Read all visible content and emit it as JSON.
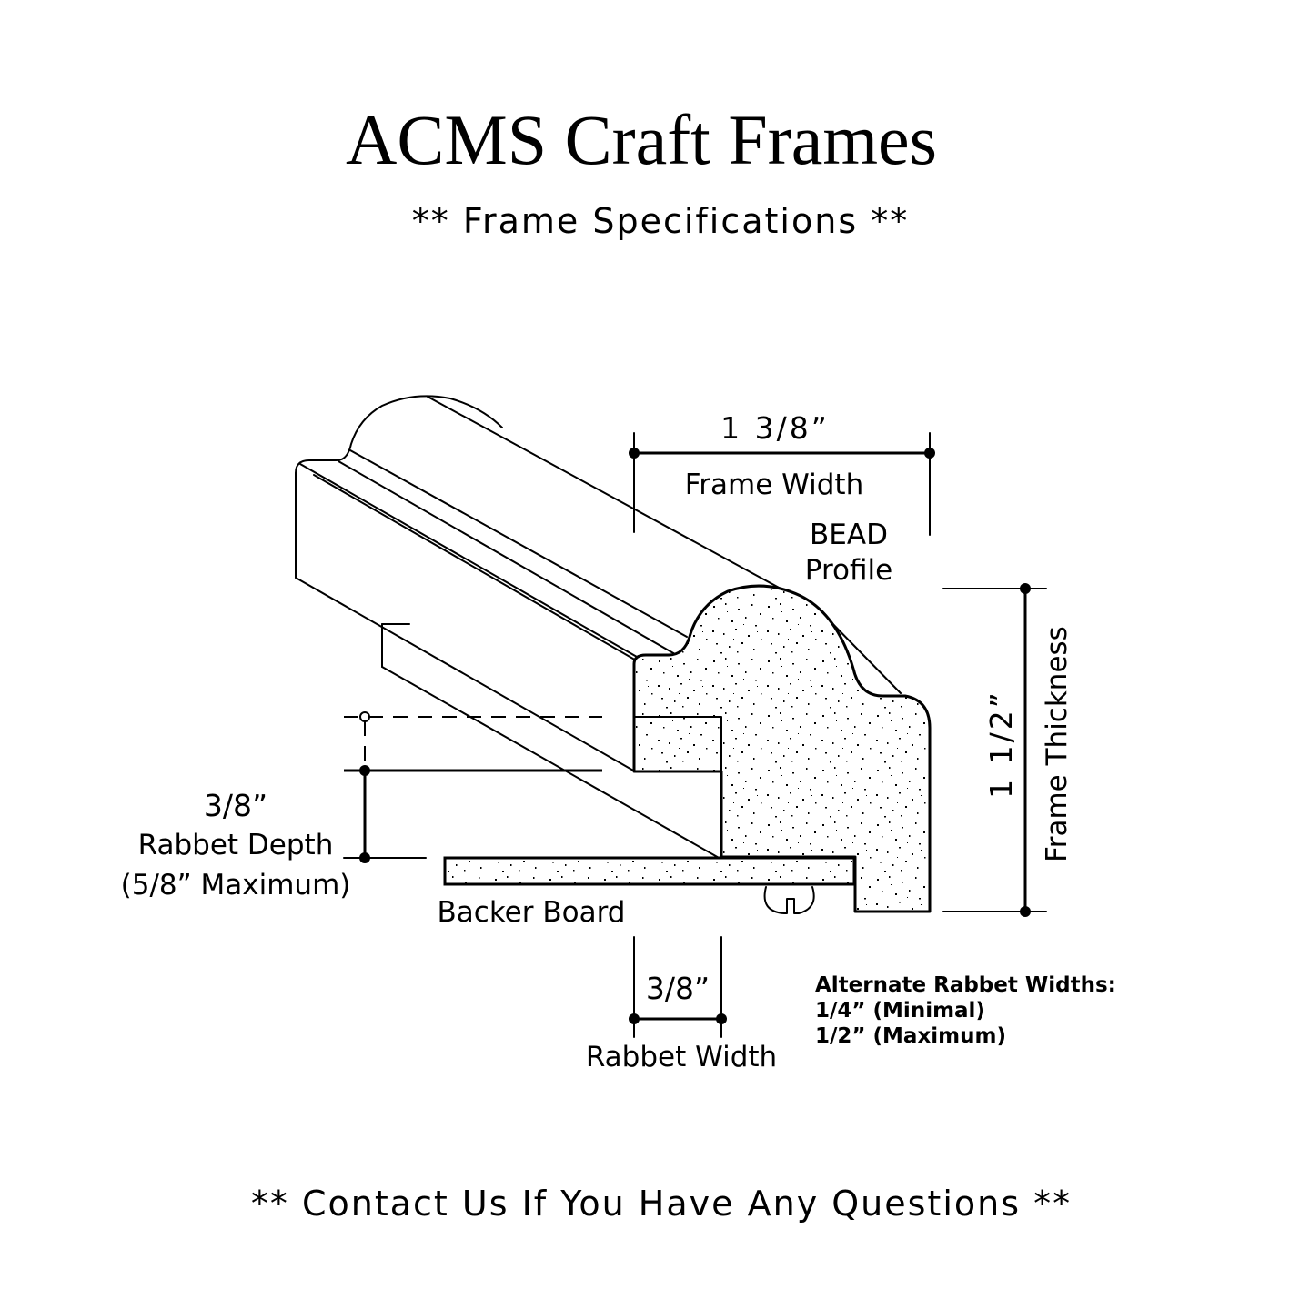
{
  "header": {
    "title": "ACMS Craft Frames",
    "subtitle": "** Frame Specifications **"
  },
  "dimensions": {
    "frame_width_value": "1 3/8”",
    "frame_width_label": "Frame Width",
    "profile_line1": "BEAD",
    "profile_line2": "Profile",
    "thickness_value": "1 1/2”",
    "thickness_label": "Frame Thickness",
    "rabbet_depth_value": "3/8”",
    "rabbet_depth_label": "Rabbet Depth",
    "rabbet_depth_max": "(5/8” Maximum)",
    "backer_board_label": "Backer Board",
    "rabbet_width_value": "3/8”",
    "rabbet_width_label": "Rabbet Width"
  },
  "alternates": {
    "heading": "Alternate Rabbet Widths:",
    "minimal": "1/4” (Minimal)",
    "maximum": "1/2” (Maximum)"
  },
  "footer": {
    "contact": "** Contact Us If You Have Any Questions **"
  }
}
